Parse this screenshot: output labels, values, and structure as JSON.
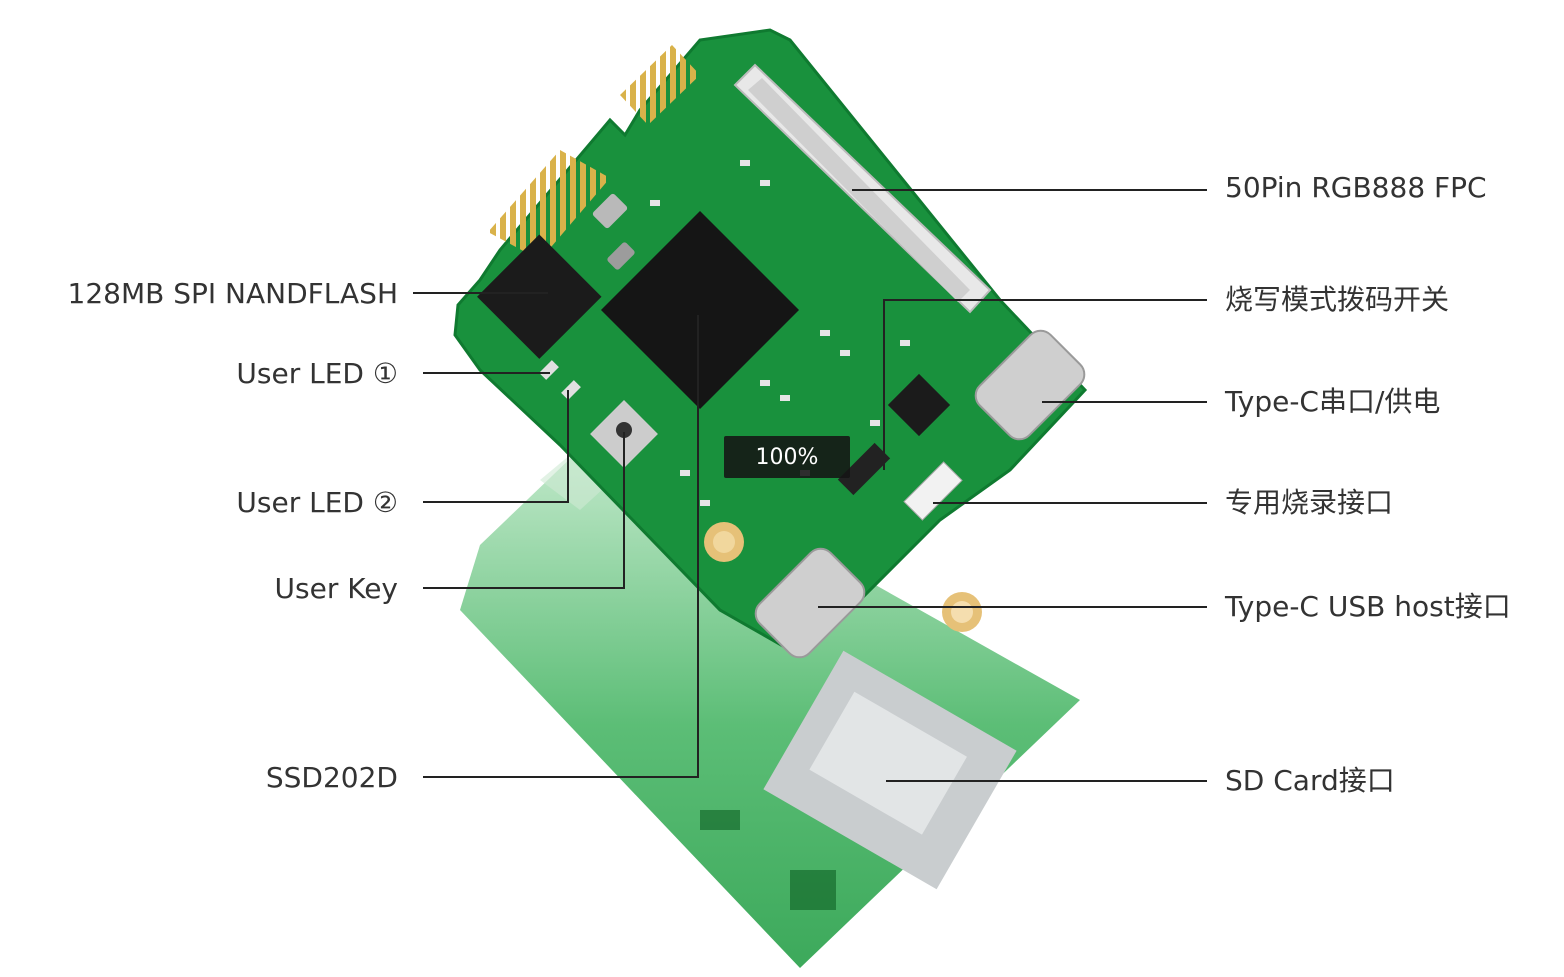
{
  "labels": {
    "left": {
      "nandflash": "128MB  SPI NANDFLASH",
      "user_led_1": "User LED ①",
      "user_led_2": "User LED ②",
      "user_key": "User Key",
      "soc": "SSD202D"
    },
    "right": {
      "fpc": "50Pin RGB888 FPC",
      "boot_switch": "烧写模式拨码开关",
      "typec_uart": "Type-C串口/供电",
      "burn_port": "专用烧录接口",
      "typec_host": "Type-C USB host接口",
      "sd_card": "SD Card接口"
    }
  },
  "zoom": {
    "level": "100%"
  },
  "colors": {
    "pcb": "#1a8f3c",
    "pcb_dark": "#0f6e2a",
    "callout": "#222222",
    "label_text": "#333333"
  }
}
